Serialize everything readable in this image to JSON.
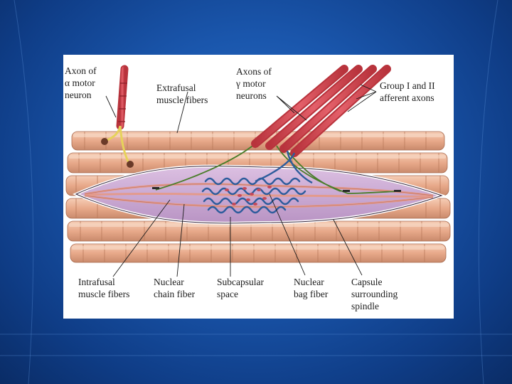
{
  "labels": {
    "alpha_axon": "Axon of\nα motor\nneuron",
    "extrafusal": "Extrafusal\nmuscle fibers",
    "gamma_axons": "Axons of\nγ motor\nneurons",
    "afferent": "Group I and II\nafferent axons",
    "intrafusal": "Intrafusal\nmuscle fibers",
    "nuclear_chain": "Nuclear\nchain fiber",
    "subcapsular": "Subcapsular\nspace",
    "nuclear_bag": "Nuclear\nbag fiber",
    "capsule": "Capsule\nsurrounding\nspindle"
  },
  "colors": {
    "background": "#1a56ac",
    "muscle_fiber": "#e8a98a",
    "muscle_fiber_stroke": "#a86a4e",
    "capsule": "#c9a8d0",
    "axon_red": "#d9474f",
    "intrafusal_blue": "#2d5c9c",
    "nerve_green": "#4a7d2a"
  }
}
